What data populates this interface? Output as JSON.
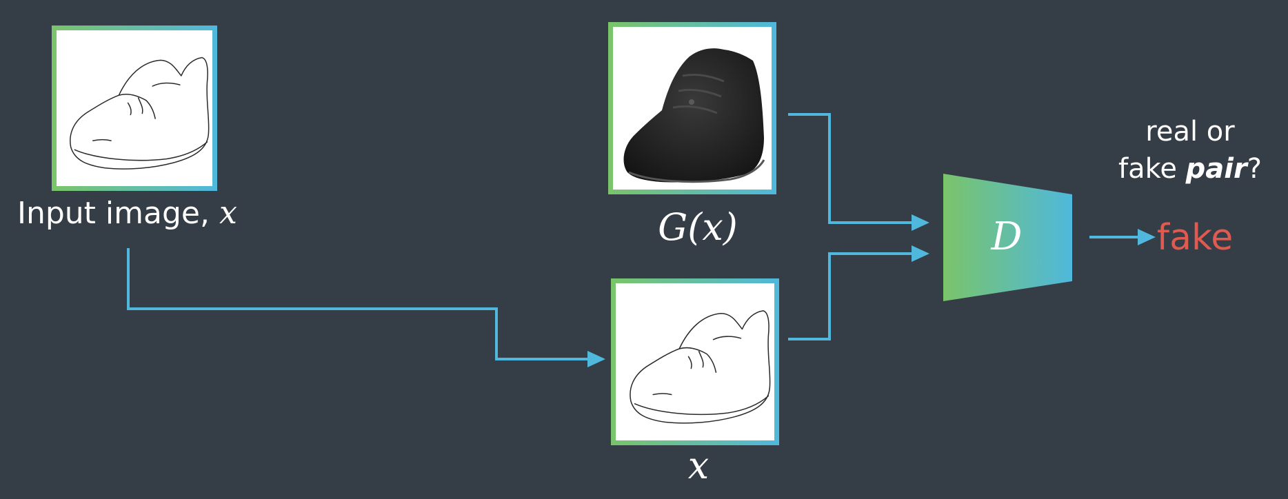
{
  "input_panel": {
    "caption_text": "Input image, ",
    "caption_var": "x"
  },
  "generated_panel": {
    "caption": "G(x)"
  },
  "paired_panel": {
    "caption": "x"
  },
  "discriminator": {
    "label": "D"
  },
  "question": {
    "line1": "real or",
    "line2_prefix": "fake ",
    "line2_emphasis": "pair",
    "line2_suffix": "?"
  },
  "output": {
    "label": "fake"
  },
  "colors": {
    "background": "#353d47",
    "connector": "#4fb8dc",
    "gradient_start": "#7ac46a",
    "gradient_end": "#4fb8dc",
    "output_text": "#e05a4f"
  },
  "icons": {
    "input_image": "shoe-sketch-icon",
    "generated_image": "black-sneaker-icon",
    "paired_image": "shoe-sketch-icon"
  }
}
